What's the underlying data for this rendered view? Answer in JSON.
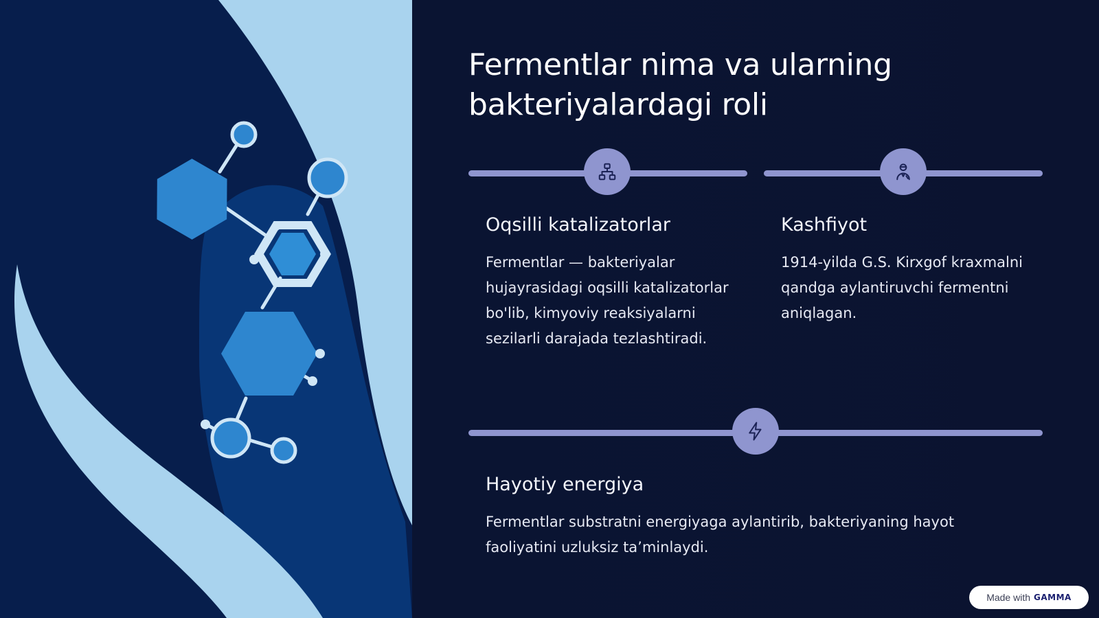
{
  "slide": {
    "title": "Fermentlar nima va ularning bakteriyalardagi roli"
  },
  "cards": [
    {
      "icon": "hierarchy-icon",
      "title": "Oqsilli katalizatorlar",
      "text": "Fermentlar — bakteriyalar hujayrasidagi oqsilli katalizatorlar bo'lib, kimyoviy reaksiyalarni sezilarli darajada tezlashtiradi."
    },
    {
      "icon": "scientist-icon",
      "title": "Kashfiyot",
      "text": "1914-yilda G.S. Kirxgof kraxmalni qandga aylantiruvchi fermentni aniqlagan."
    },
    {
      "icon": "lightning-icon",
      "title": "Hayotiy energiya",
      "text": "Fermentlar substratni energiyaga aylantirib, bakteriyaning hayot faoliyatini uzluksiz ta’minlaydi."
    }
  ],
  "badge": {
    "prefix": "Made with",
    "brand": "GAMMA"
  },
  "colors": {
    "background": "#0b1330",
    "accent": "#8f95cf",
    "text": "#ffffff"
  }
}
